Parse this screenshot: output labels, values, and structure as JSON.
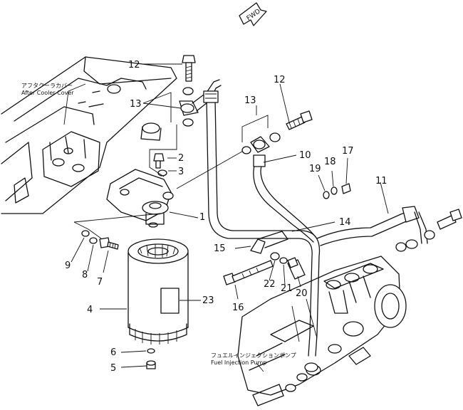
{
  "fwd_label": "FWD",
  "captions": {
    "after_cooler_jp": "アフタクーラカバー",
    "after_cooler_en": "After Cooler Cover",
    "pump_jp": "フュエルインジェクションポンプ",
    "pump_en": "Fuel Injection Pump"
  },
  "callouts": [
    "1",
    "2",
    "3",
    "4",
    "5",
    "6",
    "7",
    "8",
    "9",
    "10",
    "11",
    "12",
    "12",
    "13",
    "13",
    "14",
    "15",
    "16",
    "17",
    "18",
    "19",
    "20",
    "21",
    "22",
    "23"
  ]
}
